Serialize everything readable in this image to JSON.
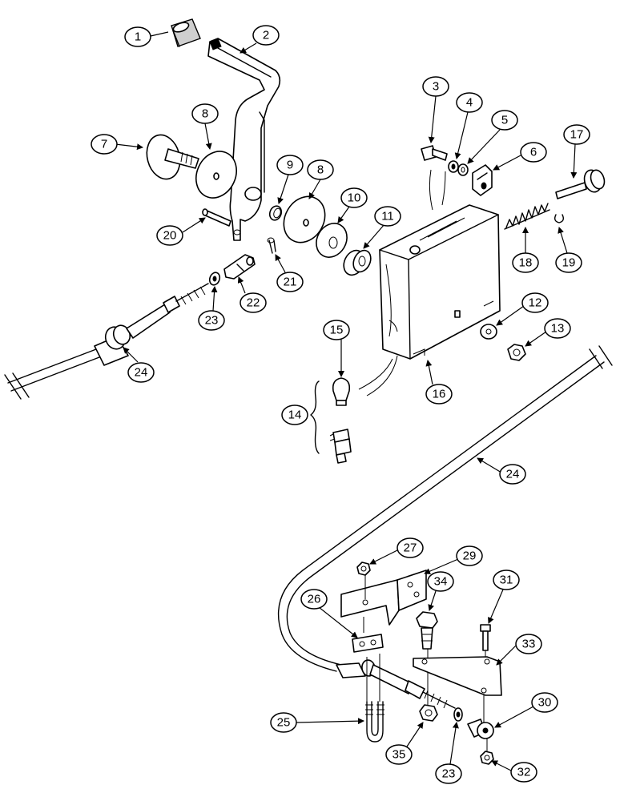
{
  "callouts": {
    "c1": "1",
    "c2": "2",
    "c3": "3",
    "c4": "4",
    "c5": "5",
    "c6": "6",
    "c7": "7",
    "c8a": "8",
    "c8b": "8",
    "c9": "9",
    "c10": "10",
    "c11": "11",
    "c12": "12",
    "c13": "13",
    "c14": "14",
    "c15": "15",
    "c16": "16",
    "c17": "17",
    "c18": "18",
    "c19": "19",
    "c20": "20",
    "c21": "21",
    "c22": "22",
    "c23a": "23",
    "c23b": "23",
    "c24a": "24",
    "c24b": "24",
    "c25": "25",
    "c26": "26",
    "c27": "27",
    "c29": "29",
    "c30": "30",
    "c31": "31",
    "c32": "32",
    "c33": "33",
    "c34": "34",
    "c35": "35"
  }
}
